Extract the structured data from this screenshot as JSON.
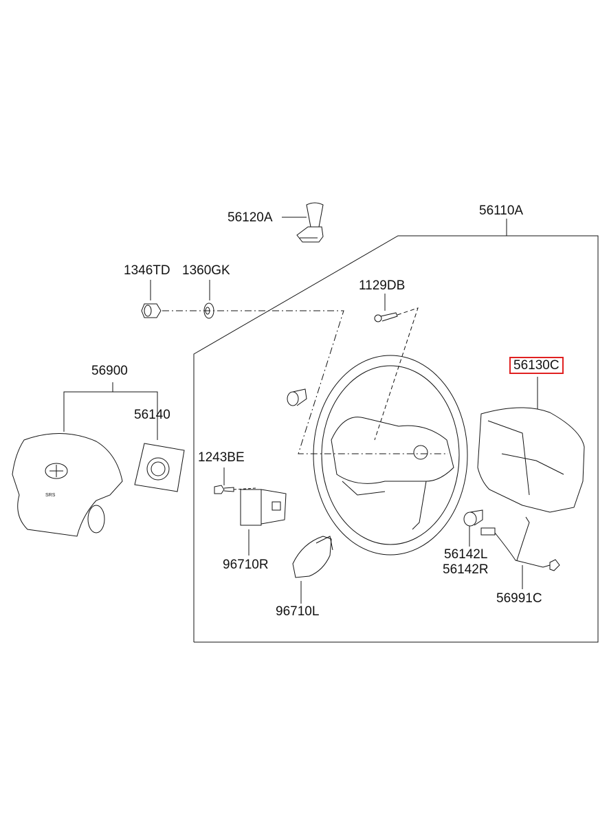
{
  "diagram": {
    "title": "Steering wheel assembly exploded parts diagram",
    "highlight_color": "#e02020",
    "parts": [
      {
        "id": "56120A",
        "label": "56120A",
        "name": "damper-weight"
      },
      {
        "id": "56110A",
        "label": "56110A",
        "name": "steering-wheel-assembly"
      },
      {
        "id": "1346TD",
        "label": "1346TD",
        "name": "nut"
      },
      {
        "id": "1360GK",
        "label": "1360GK",
        "name": "washer"
      },
      {
        "id": "1129DB",
        "label": "1129DB",
        "name": "screw"
      },
      {
        "id": "56900",
        "label": "56900",
        "name": "airbag-module"
      },
      {
        "id": "56140",
        "label": "56140",
        "name": "airbag-inflator"
      },
      {
        "id": "56130C",
        "label": "56130C",
        "name": "steering-wheel-rear-cover",
        "highlighted": true
      },
      {
        "id": "1243BE",
        "label": "1243BE",
        "name": "bolt"
      },
      {
        "id": "96710R",
        "label": "96710R",
        "name": "remote-control-switch-right"
      },
      {
        "id": "96710L",
        "label": "96710L",
        "name": "remote-control-switch-left"
      },
      {
        "id": "56142L",
        "label": "56142L",
        "name": "horn-contact-left"
      },
      {
        "id": "56142R",
        "label": "56142R",
        "name": "horn-contact-right"
      },
      {
        "id": "56991C",
        "label": "56991C",
        "name": "extension-wire"
      }
    ]
  }
}
